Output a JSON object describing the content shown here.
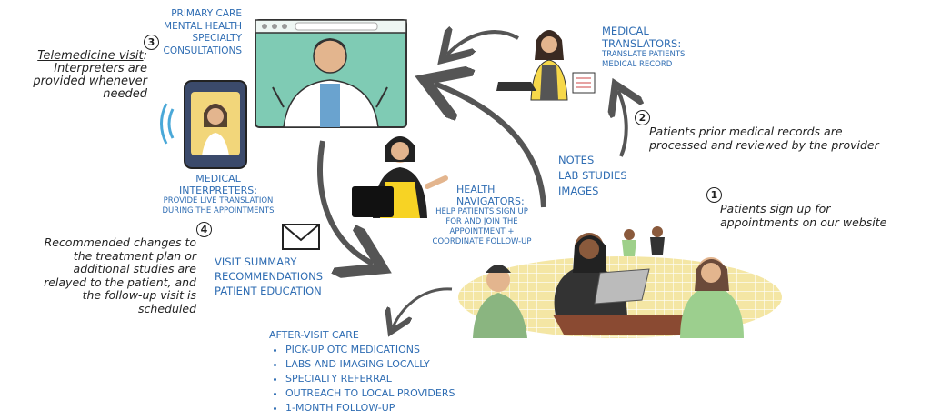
{
  "services": [
    "PRIMARY CARE",
    "MENTAL HEALTH",
    "SPECIALTY",
    "CONSULTATIONS"
  ],
  "translators": {
    "title": [
      "MEDICAL",
      "TRANSLATORS:"
    ],
    "desc": [
      "TRANSLATE PATIENTS",
      "MEDICAL RECORD"
    ]
  },
  "interpreters": {
    "title": [
      "MEDICAL",
      "INTERPRETERS:"
    ],
    "desc": [
      "PROVIDE LIVE TRANSLATION",
      "DURING THE APPOINTMENTS"
    ]
  },
  "navigators": {
    "title": [
      "HEALTH",
      "NAVIGATORS:"
    ],
    "desc": [
      "HELP PATIENTS SIGN UP",
      "FOR AND JOIN THE",
      "APPOINTMENT +",
      "COORDINATE FOLLOW-UP"
    ]
  },
  "notes": [
    "NOTES",
    "LAB STUDIES",
    "IMAGES"
  ],
  "visit_summary": [
    "VISIT SUMMARY",
    "RECOMMENDATIONS",
    "PATIENT EDUCATION"
  ],
  "after_care": {
    "title": "AFTER-VISIT CARE",
    "items": [
      "PICK-UP OTC MEDICATIONS",
      "LABS AND IMAGING LOCALLY",
      "SPECIALTY REFERRAL",
      "OUTREACH TO LOCAL PROVIDERS",
      "1-MONTH FOLLOW-UP"
    ]
  },
  "steps": {
    "s1": {
      "num": "1",
      "lines": [
        "Patients sign up for",
        "appointments on our website"
      ]
    },
    "s2": {
      "num": "2",
      "lines": [
        "Patients prior medical records are",
        "processed and reviewed by the provider"
      ]
    },
    "s3": {
      "num": "3",
      "heading": "Telemedicine visit",
      "colon": ":",
      "lines": [
        "Interpreters are",
        "provided whenever",
        "needed"
      ]
    },
    "s4": {
      "num": "4",
      "lines": [
        "Recommended changes to",
        "the treatment plan or",
        "additional studies are",
        "relayed to the patient, and",
        "the follow-up visit is",
        "scheduled"
      ]
    }
  },
  "colors": {
    "accent": "#2f6db3",
    "teal": "#5fb79a",
    "yellow": "#f3e39a",
    "navy": "#3b4a6b"
  }
}
